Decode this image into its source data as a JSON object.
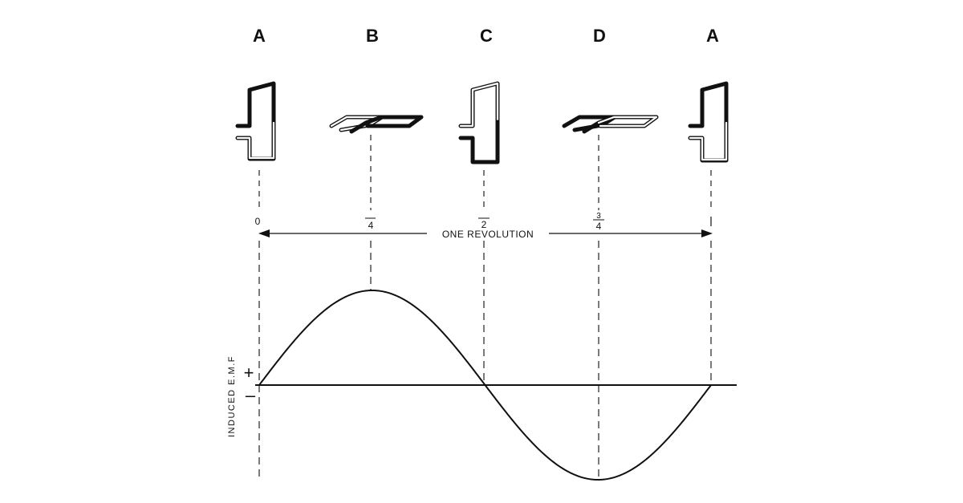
{
  "positions": [
    "A",
    "B",
    "C",
    "D",
    "A"
  ],
  "tick_labels": {
    "zero": "0",
    "quarter_den": "4",
    "half_den": "2",
    "three_quarter_num": "3",
    "three_quarter_den": "4"
  },
  "revolution_label": "ONE REVOLUTION",
  "y_axis_label": "INDUCED  E.M.F",
  "plus_sign": "+",
  "minus_sign": "–",
  "chart_data": {
    "type": "line",
    "x": [
      0,
      0.25,
      0.5,
      0.75,
      1
    ],
    "series": [
      {
        "values": [
          0,
          1,
          0,
          -1,
          0
        ]
      }
    ]
  }
}
